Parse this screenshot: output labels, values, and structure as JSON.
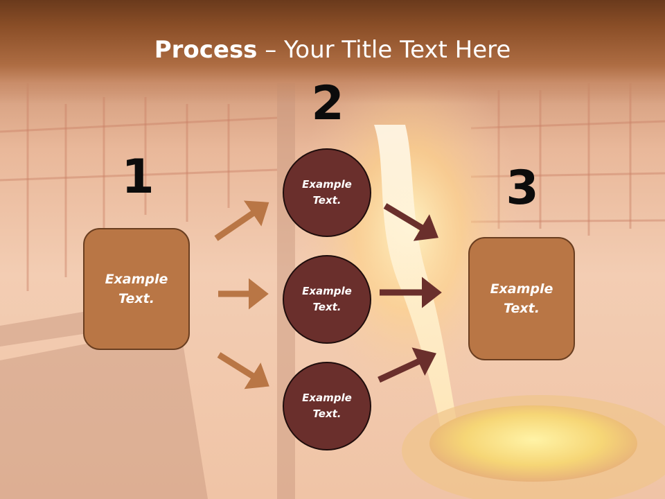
{
  "title": {
    "bold": "Process",
    "rest": " – Your Title Text Here"
  },
  "steps": [
    {
      "number": "1",
      "label": "Example Text."
    },
    {
      "number": "2",
      "items": [
        "Example Text.",
        "Example Text.",
        "Example Text."
      ]
    },
    {
      "number": "3",
      "label": "Example Text."
    }
  ],
  "colors": {
    "box_fill": "#b97645",
    "circle_fill": "#6a2f2c",
    "arrow_left": "#b97645",
    "arrow_right": "#6a2f2c",
    "header": "#8a4e27"
  }
}
